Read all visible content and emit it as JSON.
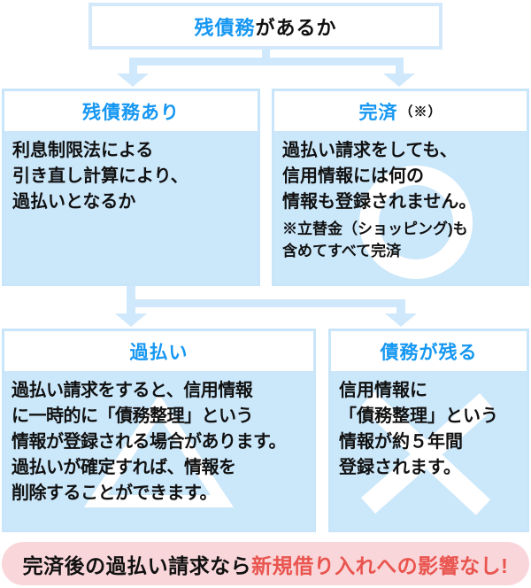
{
  "palette": {
    "accent_blue": "#1697f2",
    "connector_blue": "#cfe8fb",
    "box_background": "#cbe7fa",
    "banner_pink": "#f9d6da",
    "banner_red": "#e9544e"
  },
  "root_question": {
    "highlight": "残債務",
    "rest": "があるか"
  },
  "branch_left": {
    "title": "残債務あり",
    "body_lines": [
      "利息制限法による",
      "引き直し計算により、",
      "過払いとなるか"
    ]
  },
  "branch_right": {
    "title": "完済",
    "title_suffix": "（※）",
    "body_lines": [
      "過払い請求をしても、",
      "信用情報には何の",
      "情報も登録されません。"
    ],
    "note_lines": [
      "※立替金（ショッピング)も",
      "含めてすべて完済"
    ],
    "watermark": "circle-ok-mark"
  },
  "leaf_left": {
    "title": "過払い",
    "body_lines": [
      "過払い請求をすると、信用情報",
      "に一時的に「債務整理」という",
      "情報が登録される場合があります。",
      "過払いが確定すれば、情報を",
      "削除することができます。"
    ],
    "watermark": "triangle-caution-mark"
  },
  "leaf_right": {
    "title": "債務が残る",
    "body_lines": [
      "信用情報に",
      "「債務整理」という",
      "情報が約５年間",
      "登録されます。"
    ],
    "watermark": "cross-bad-mark"
  },
  "banner": {
    "black_part": "完済後の過払い請求なら",
    "red_part": "新規借り入れへの影響なし!"
  }
}
